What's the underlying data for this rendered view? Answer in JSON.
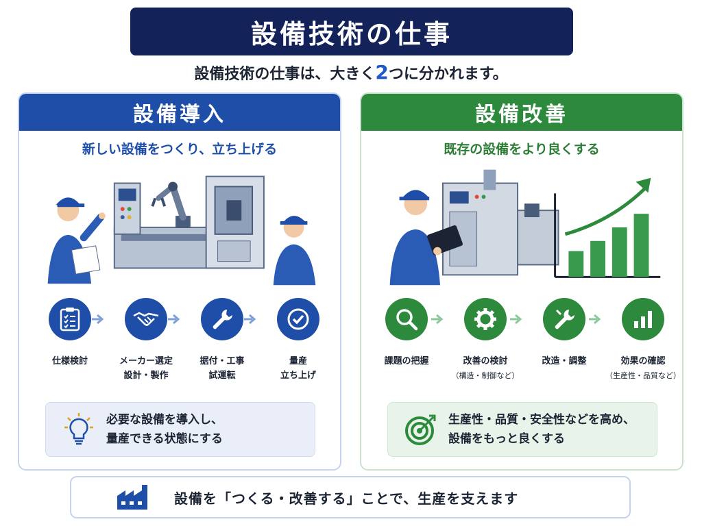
{
  "header": {
    "title": "設備技術の仕事",
    "subtitle_before": "設備技術の仕事は、大きく",
    "subtitle_number": "2",
    "subtitle_after": "つに分かれます。"
  },
  "left": {
    "title": "設備導入",
    "subtitle": "新しい設備をつくり、立ち上げる",
    "steps": [
      {
        "line1": "仕様検討",
        "line2": "",
        "icon": "checklist-icon"
      },
      {
        "line1": "メーカー選定",
        "line2": "設計・製作",
        "icon": "handshake-icon"
      },
      {
        "line1": "据付・工事",
        "line2": "試運転",
        "icon": "wrench-icon"
      },
      {
        "line1": "量産",
        "line2": "立ち上げ",
        "icon": "checkmark-icon"
      }
    ],
    "summary_line1": "必要な設備を導入し、",
    "summary_line2": "量産できる状態にする",
    "summary_icon": "lightbulb-icon",
    "accent": "#1f4ea8"
  },
  "right": {
    "title": "設備改善",
    "subtitle": "既存の設備をより良くする",
    "steps": [
      {
        "line1": "課題の把握",
        "line2": "",
        "icon": "magnifier-icon"
      },
      {
        "line1": "改善の検討",
        "line2": "（構造・制御など）",
        "icon": "gear-icon"
      },
      {
        "line1": "改造・調整",
        "line2": "",
        "icon": "tools-icon"
      },
      {
        "line1": "効果の確認",
        "line2": "（生産性・品質など）",
        "icon": "bar-chart-icon"
      }
    ],
    "summary_line1": "生産性・品質・安全性などを高め、",
    "summary_line2": "設備をもっと良くする",
    "summary_icon": "target-icon",
    "accent": "#2d8a3c"
  },
  "footer": {
    "text": "設備を「つくる・改善する」ことで、生産を支えます",
    "icon": "factory-icon"
  }
}
